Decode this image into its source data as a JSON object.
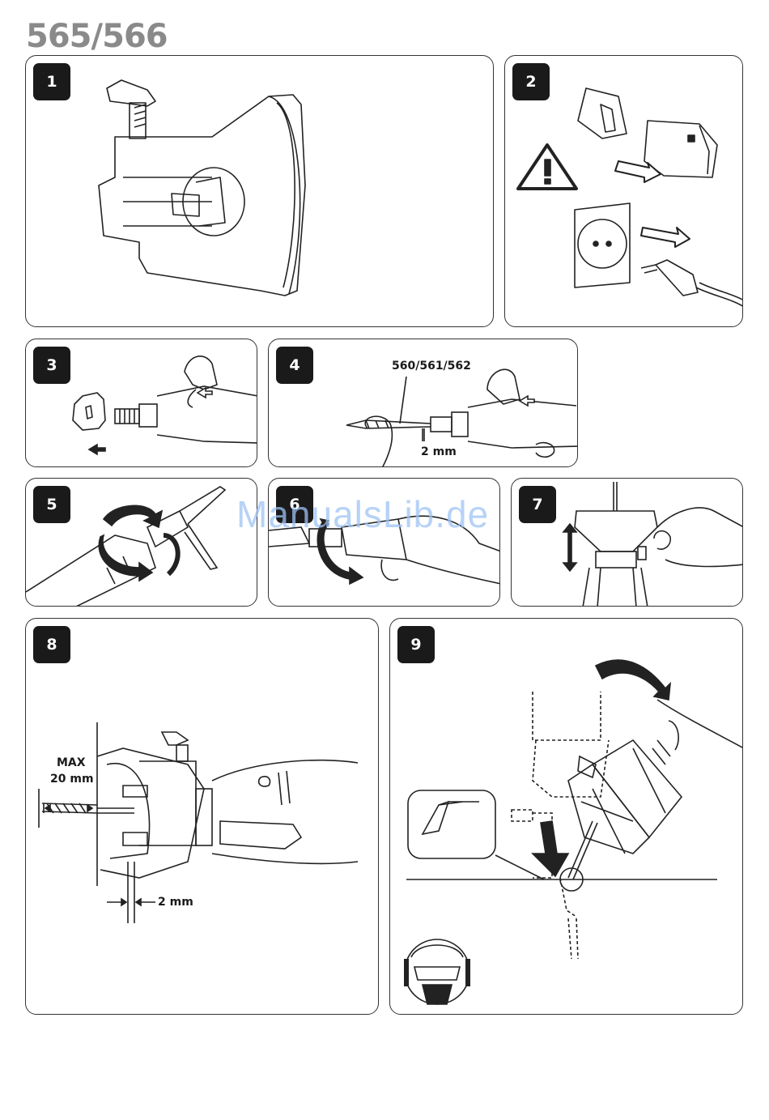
{
  "header": {
    "title": "565/566"
  },
  "steps": [
    {
      "number": "1"
    },
    {
      "number": "2"
    },
    {
      "number": "3"
    },
    {
      "number": "4",
      "model_label": "560/561/562",
      "gap_label": "2 mm"
    },
    {
      "number": "5"
    },
    {
      "number": "6"
    },
    {
      "number": "7"
    },
    {
      "number": "8",
      "max_label": "MAX",
      "depth_label": "20 mm",
      "gap_label": "2 mm"
    },
    {
      "number": "9"
    }
  ],
  "watermark": {
    "text": "ManualsLib.de"
  },
  "icons": [
    "warning-triangle-icon",
    "wall-socket-icon",
    "plug-icon",
    "pull-arrow-icon",
    "rotate-arrow-icon",
    "double-arrow-icon",
    "safety-goggles-mask-icon"
  ]
}
